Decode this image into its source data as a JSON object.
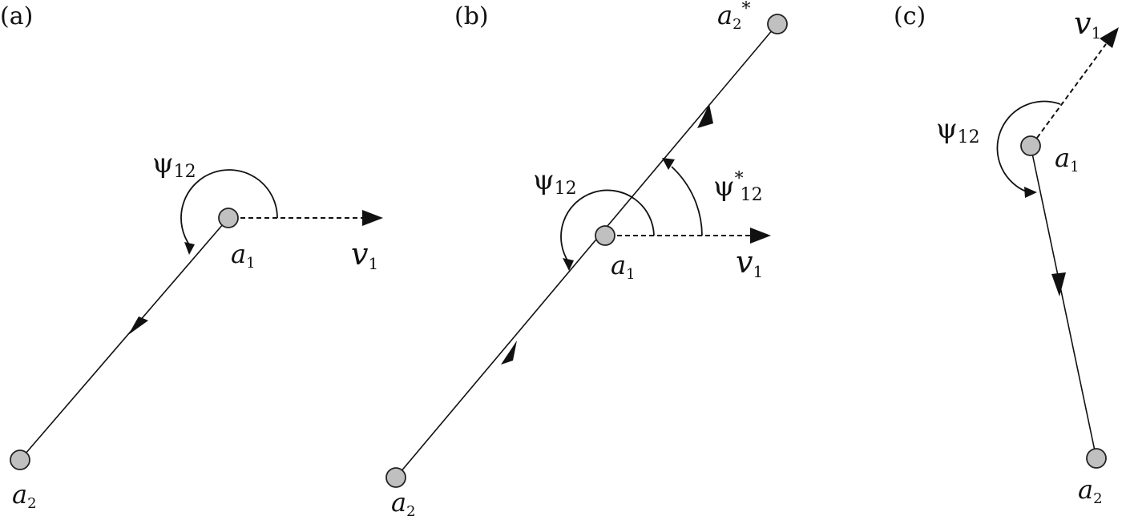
{
  "panels": {
    "a": {
      "label": "(a)",
      "psi": {
        "symbol": "ψ",
        "sub": "12"
      },
      "v": {
        "symbol": "v",
        "sub": "1"
      },
      "a1": {
        "symbol": "a",
        "sub": "1"
      },
      "a2": {
        "symbol": "a",
        "sub": "2"
      }
    },
    "b": {
      "label": "(b)",
      "psi": {
        "symbol": "ψ",
        "sub": "12"
      },
      "psi_star": {
        "symbol": "ψ",
        "sup": "*",
        "sub": "12"
      },
      "v": {
        "symbol": "v",
        "sub": "1"
      },
      "a1": {
        "symbol": "a",
        "sub": "1"
      },
      "a2": {
        "symbol": "a",
        "sub": "2"
      },
      "a2_star": {
        "symbol": "a",
        "sub": "2",
        "sup": "*"
      }
    },
    "c": {
      "label": "(c)",
      "psi": {
        "symbol": "ψ",
        "sub": "12"
      },
      "v": {
        "symbol": "v",
        "sub": "1"
      },
      "a1": {
        "symbol": "a",
        "sub": "1"
      },
      "a2": {
        "symbol": "a",
        "sub": "2"
      }
    }
  }
}
